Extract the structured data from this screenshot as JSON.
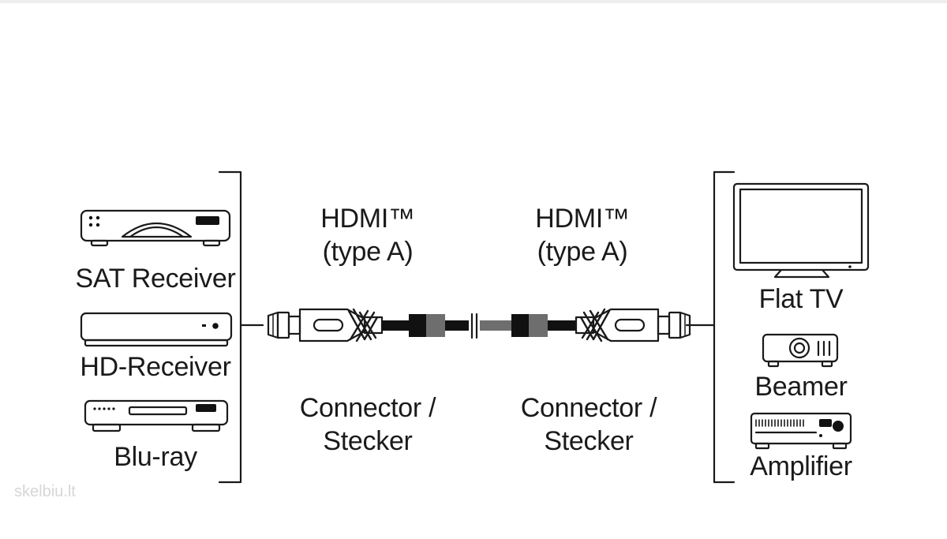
{
  "sources": [
    {
      "label": "SAT Receiver",
      "icon": "sat-receiver-icon"
    },
    {
      "label": "HD-Receiver",
      "icon": "hd-receiver-icon"
    },
    {
      "label": "Blu-ray",
      "icon": "blu-ray-player-icon"
    }
  ],
  "targets": [
    {
      "label": "Flat TV",
      "icon": "flat-tv-icon"
    },
    {
      "label": "Beamer",
      "icon": "beamer-icon"
    },
    {
      "label": "Amplifier",
      "icon": "amplifier-icon"
    }
  ],
  "connectors": [
    {
      "type_line1": "HDMI™",
      "type_line2": "(type A)",
      "caption_line1": "Connector /",
      "caption_line2": "Stecker"
    },
    {
      "type_line1": "HDMI™",
      "type_line2": "(type A)",
      "caption_line1": "Connector /",
      "caption_line2": "Stecker"
    }
  ],
  "watermark": "skelbiu.lt",
  "colors": {
    "line": "#1a1a1a",
    "background": "#ffffff",
    "gray": "#6e6e6e",
    "black": "#111111"
  }
}
